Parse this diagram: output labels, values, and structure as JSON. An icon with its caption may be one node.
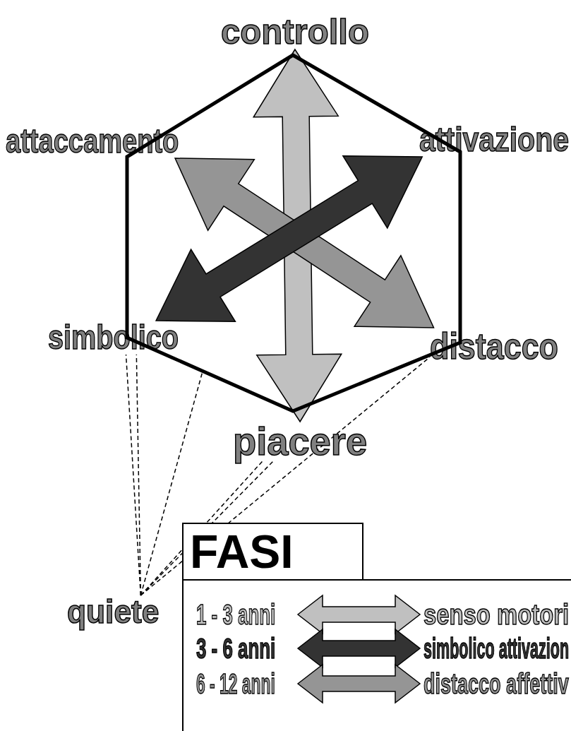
{
  "diagram": {
    "nodes": [
      {
        "text": [
          "controllo"
        ]
      },
      {
        "text": [
          "attaccamento"
        ]
      },
      {
        "text": [
          "attivazione"
        ]
      },
      {
        "text": [
          "simbolico"
        ]
      },
      {
        "text": [
          "distacco"
        ]
      },
      {
        "text": [
          "piacere"
        ]
      },
      {
        "text": [],
        "shape": "hexagon"
      },
      {
        "text": [
          "quiete"
        ]
      }
    ],
    "edges": [
      {
        "from": 0,
        "to": 5,
        "arrow": "both",
        "style": "thick",
        "color": "#c0c0c0"
      },
      {
        "from": 1,
        "to": 4,
        "arrow": "both",
        "style": "thick",
        "color": "#959595"
      },
      {
        "from": 2,
        "to": 3,
        "arrow": "both",
        "style": "thick",
        "color": "#333333"
      },
      {
        "from": 7,
        "to": 3,
        "arrow": "none",
        "style": "dashed"
      },
      {
        "from": 7,
        "to": 3,
        "arrow": "none",
        "style": "dashed"
      },
      {
        "from": 7,
        "to": 6,
        "arrow": "none",
        "style": "dashed"
      },
      {
        "from": 7,
        "to": 5,
        "arrow": "none",
        "style": "dashed"
      },
      {
        "from": 7,
        "to": 5,
        "arrow": "none",
        "style": "dashed"
      },
      {
        "from": 7,
        "to": 4,
        "arrow": "none",
        "style": "dashed"
      }
    ],
    "labels": [
      "FASI",
      "senso motori",
      "simbolico attivazion",
      "distacco affettiv"
    ],
    "legend": [
      {
        "text": "1 - 3 anni",
        "color": "#c0c0c0"
      },
      {
        "text": "3 - 6 anni",
        "color": "#333333"
      },
      {
        "text": "6 - 12 anni",
        "color": "#959595"
      }
    ]
  }
}
